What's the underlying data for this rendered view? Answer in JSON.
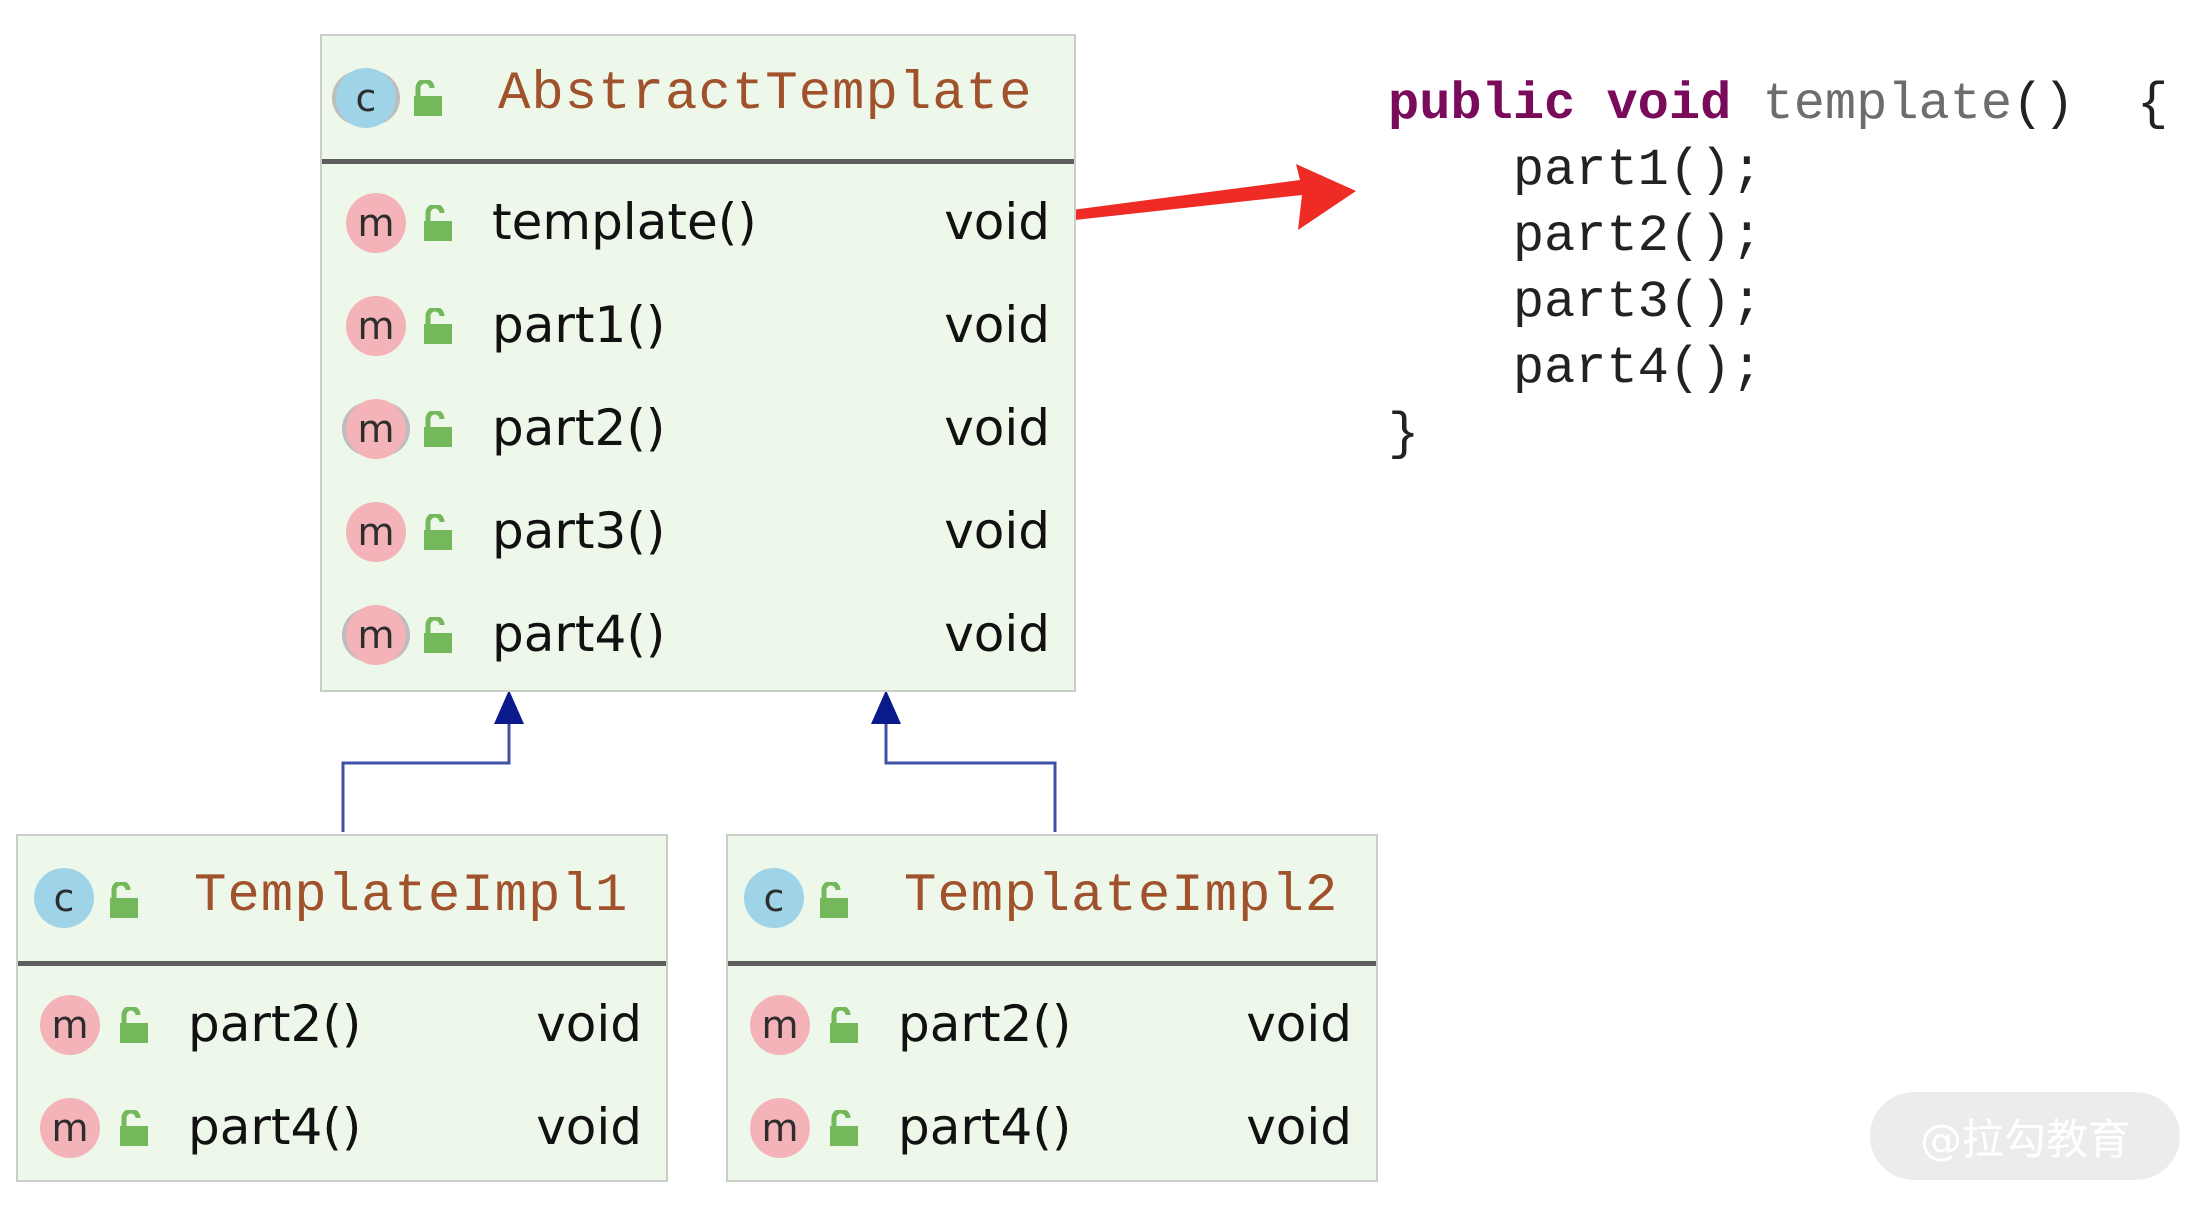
{
  "classes": {
    "abstract_template": {
      "badge": "c",
      "name": "AbstractTemplate",
      "methods": [
        {
          "badge": "m",
          "name": "template()",
          "type": "void"
        },
        {
          "badge": "m",
          "name": "part1()",
          "type": "void"
        },
        {
          "badge": "m",
          "name": "part2()",
          "type": "void"
        },
        {
          "badge": "m",
          "name": "part3()",
          "type": "void"
        },
        {
          "badge": "m",
          "name": "part4()",
          "type": "void"
        }
      ]
    },
    "template_impl1": {
      "badge": "c",
      "name": "TemplateImpl1",
      "methods": [
        {
          "badge": "m",
          "name": "part2()",
          "type": "void"
        },
        {
          "badge": "m",
          "name": "part4()",
          "type": "void"
        }
      ]
    },
    "template_impl2": {
      "badge": "c",
      "name": "TemplateImpl2",
      "methods": [
        {
          "badge": "m",
          "name": "part2()",
          "type": "void"
        },
        {
          "badge": "m",
          "name": "part4()",
          "type": "void"
        }
      ]
    }
  },
  "code": {
    "kw_public": "public",
    "kw_void": "void",
    "fn_name": "template",
    "sig_rest": "()  {",
    "body": [
      "part1();",
      "part2();",
      "part3();",
      "part4();"
    ],
    "close": "}"
  },
  "watermark": "@拉勾教育",
  "colors": {
    "box_fill": "#eef8ea",
    "class_name": "#a0522d",
    "inherit_line": "#3f51a5",
    "inherit_arrow": "#0b1a8a",
    "pointer_arrow": "#ee2b24",
    "keyword": "#7a0b5b",
    "class_badge": "#9fd3e8",
    "method_badge": "#f3b3b8",
    "lock_icon": "#74b85c"
  }
}
